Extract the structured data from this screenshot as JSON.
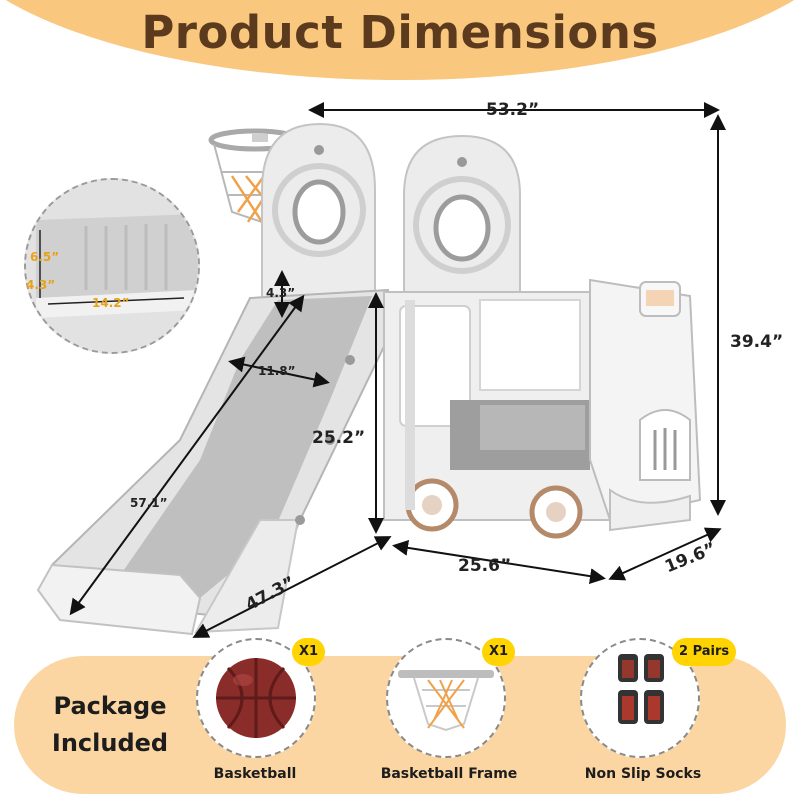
{
  "title": "Product Dimensions",
  "dimensions": {
    "width": "53.2”",
    "height": "39.4”",
    "platform_height": "25.2”",
    "slide_length": "57.1”",
    "slide_width": "11.8”",
    "slide_gap": "4.3”",
    "base_length": "47.3”",
    "bus_length": "25.6”",
    "depth": "19.6”",
    "step_height": "6.5”",
    "step_riser": "4.3”",
    "step_width": "14.2”"
  },
  "package": {
    "title_line1": "Package",
    "title_line2": "Included",
    "items": [
      {
        "label": "Basketball",
        "badge": "X1"
      },
      {
        "label": "Basketball Frame",
        "badge": "X1"
      },
      {
        "label": "Non Slip Socks",
        "badge": "2 Pairs"
      }
    ]
  },
  "colors": {
    "header_band": "#f9c77e",
    "title_text": "#5b3a1e",
    "package_band": "#fbd6a2",
    "badge": "#ffd400",
    "accent_gold": "#e8a21a"
  }
}
